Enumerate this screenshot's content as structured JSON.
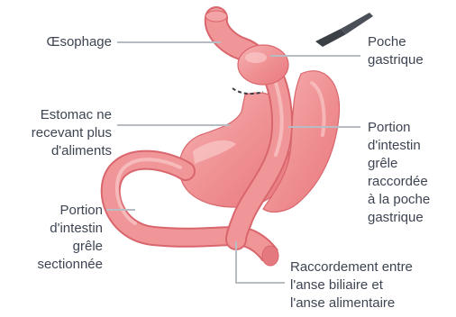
{
  "labels": {
    "oesophage": "Œsophage",
    "poche": "Poche\ngastrique",
    "estomac": "Estomac ne\nrecevant plus\nd'aliments",
    "portion_raccordee": "Portion\nd'intestin\ngrêle\nraccordée\nà la poche\ngastrique",
    "portion_sectionnee": "Portion\nd'intestin\ngrêle\nsectionnée",
    "raccordement": "Raccordement entre\nl'anse biliaire et\nl'anse alimentaire"
  },
  "colors": {
    "organ_fill": "#ef8f92",
    "organ_light": "#f6b4b4",
    "organ_dark": "#d9666d",
    "leader_line": "#b7bbc2",
    "text": "#3d4452",
    "scalpel": "#3b3f46"
  }
}
